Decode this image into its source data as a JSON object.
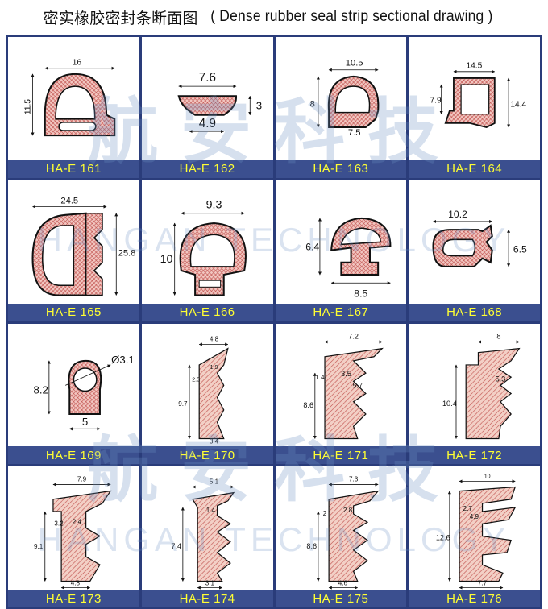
{
  "title": {
    "zh": "密实橡胶密封条断面图",
    "en": "( Dense rubber seal strip sectional drawing )"
  },
  "watermark": {
    "zh1": "航安科技",
    "zh2": "航安科技",
    "en1": "HANGAN TECHNOLOGY",
    "en2": "HANGAN TECHNOLOGY"
  },
  "colors": {
    "border": "#2a3c7a",
    "label_bg": "#3b4f8f",
    "label_text": "#ffff33",
    "profile_fill": "#f2c6c0",
    "hatch": "#c0504d"
  },
  "cells": [
    {
      "model": "HA-E 161",
      "dims": [
        "16",
        "11.5"
      ]
    },
    {
      "model": "HA-E 162",
      "dims": [
        "7.6",
        "3",
        "4.9"
      ]
    },
    {
      "model": "HA-E 163",
      "dims": [
        "10.5",
        "8",
        "7.5"
      ]
    },
    {
      "model": "HA-E 164",
      "dims": [
        "14.5",
        "7.9",
        "14.4"
      ]
    },
    {
      "model": "HA-E 165",
      "dims": [
        "24.5",
        "25.8"
      ]
    },
    {
      "model": "HA-E 166",
      "dims": [
        "9.3",
        "10"
      ]
    },
    {
      "model": "HA-E 167",
      "dims": [
        "6.4",
        "8.5"
      ]
    },
    {
      "model": "HA-E 168",
      "dims": [
        "10.2",
        "6.5"
      ]
    },
    {
      "model": "HA-E 169",
      "dims": [
        "Ø3.1",
        "8.2",
        "5"
      ]
    },
    {
      "model": "HA-E 170",
      "dims": [
        "4.8",
        "1.9",
        "2.5",
        "9.7",
        "3.4"
      ]
    },
    {
      "model": "HA-E 171",
      "dims": [
        "7.2",
        "1.4",
        "3.5",
        "5.7",
        "8.6"
      ]
    },
    {
      "model": "HA-E 172",
      "dims": [
        "8",
        "5.3",
        "10.4"
      ]
    },
    {
      "model": "HA-E 173",
      "dims": [
        "7.9",
        "3.2",
        "2.4",
        "9.1",
        "4.8"
      ]
    },
    {
      "model": "HA-E 174",
      "dims": [
        "5.1",
        "1.4",
        "7.4",
        "3.1"
      ]
    },
    {
      "model": "HA-E 175",
      "dims": [
        "7.3",
        "2",
        "2.8",
        "8.6",
        "4.6"
      ]
    },
    {
      "model": "HA-E 176",
      "dims": [
        "10",
        "2.7",
        "4.9",
        "12.6",
        "7.7"
      ]
    }
  ]
}
